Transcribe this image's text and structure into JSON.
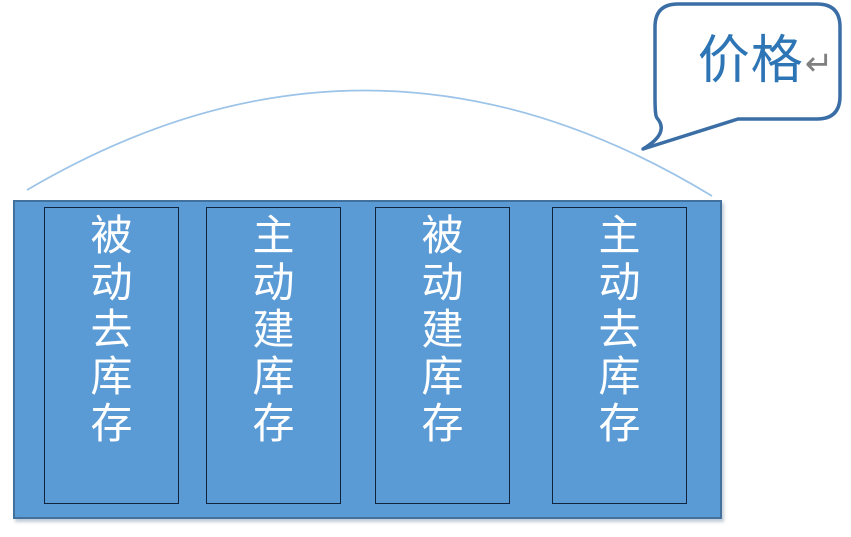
{
  "callout": {
    "label": "价格",
    "return_mark": "↵"
  },
  "phases": [
    {
      "label": "被动去库存"
    },
    {
      "label": "主动建库存"
    },
    {
      "label": "被动建库存"
    },
    {
      "label": "主动去库存"
    }
  ],
  "colors": {
    "box_fill": "#5B9BD5",
    "box_border": "#41719C",
    "cell_border": "#10243E",
    "arc": "#9CC3E8",
    "callout_border": "#3A6EA5",
    "callout_text": "#2E75B6",
    "return_mark": "#808080",
    "text": "#FFFFFF"
  }
}
